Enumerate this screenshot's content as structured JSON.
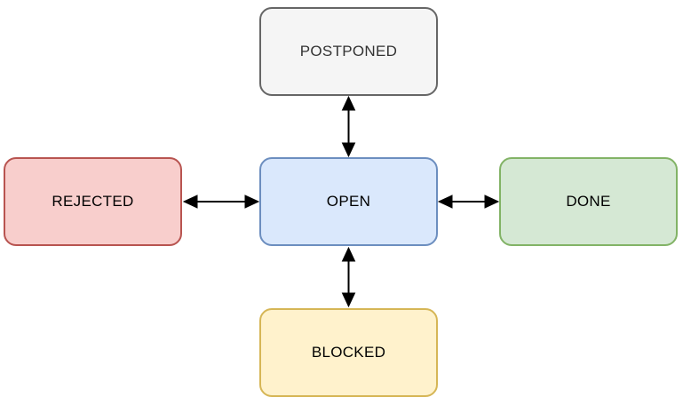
{
  "diagram": {
    "type": "state-diagram",
    "background_color": "#ffffff",
    "arrow_color": "#000000",
    "nodes": [
      {
        "id": "postponed",
        "label": "POSTPONED",
        "fill": "#f5f5f5",
        "stroke": "#666666",
        "text_color": "#333333",
        "position": "top"
      },
      {
        "id": "rejected",
        "label": "REJECTED",
        "fill": "#f8cecc",
        "stroke": "#b85450",
        "text_color": "#000000",
        "position": "left"
      },
      {
        "id": "open",
        "label": "OPEN",
        "fill": "#dae8fc",
        "stroke": "#6c8ebf",
        "text_color": "#000000",
        "position": "center"
      },
      {
        "id": "done",
        "label": "DONE",
        "fill": "#d5e8d4",
        "stroke": "#82b366",
        "text_color": "#000000",
        "position": "right"
      },
      {
        "id": "blocked",
        "label": "BLOCKED",
        "fill": "#fff2cc",
        "stroke": "#d6b656",
        "text_color": "#000000",
        "position": "bottom"
      }
    ],
    "edges": [
      {
        "from": "open",
        "to": "postponed",
        "bidirectional": true
      },
      {
        "from": "open",
        "to": "rejected",
        "bidirectional": true
      },
      {
        "from": "open",
        "to": "done",
        "bidirectional": true
      },
      {
        "from": "open",
        "to": "blocked",
        "bidirectional": true
      }
    ]
  }
}
